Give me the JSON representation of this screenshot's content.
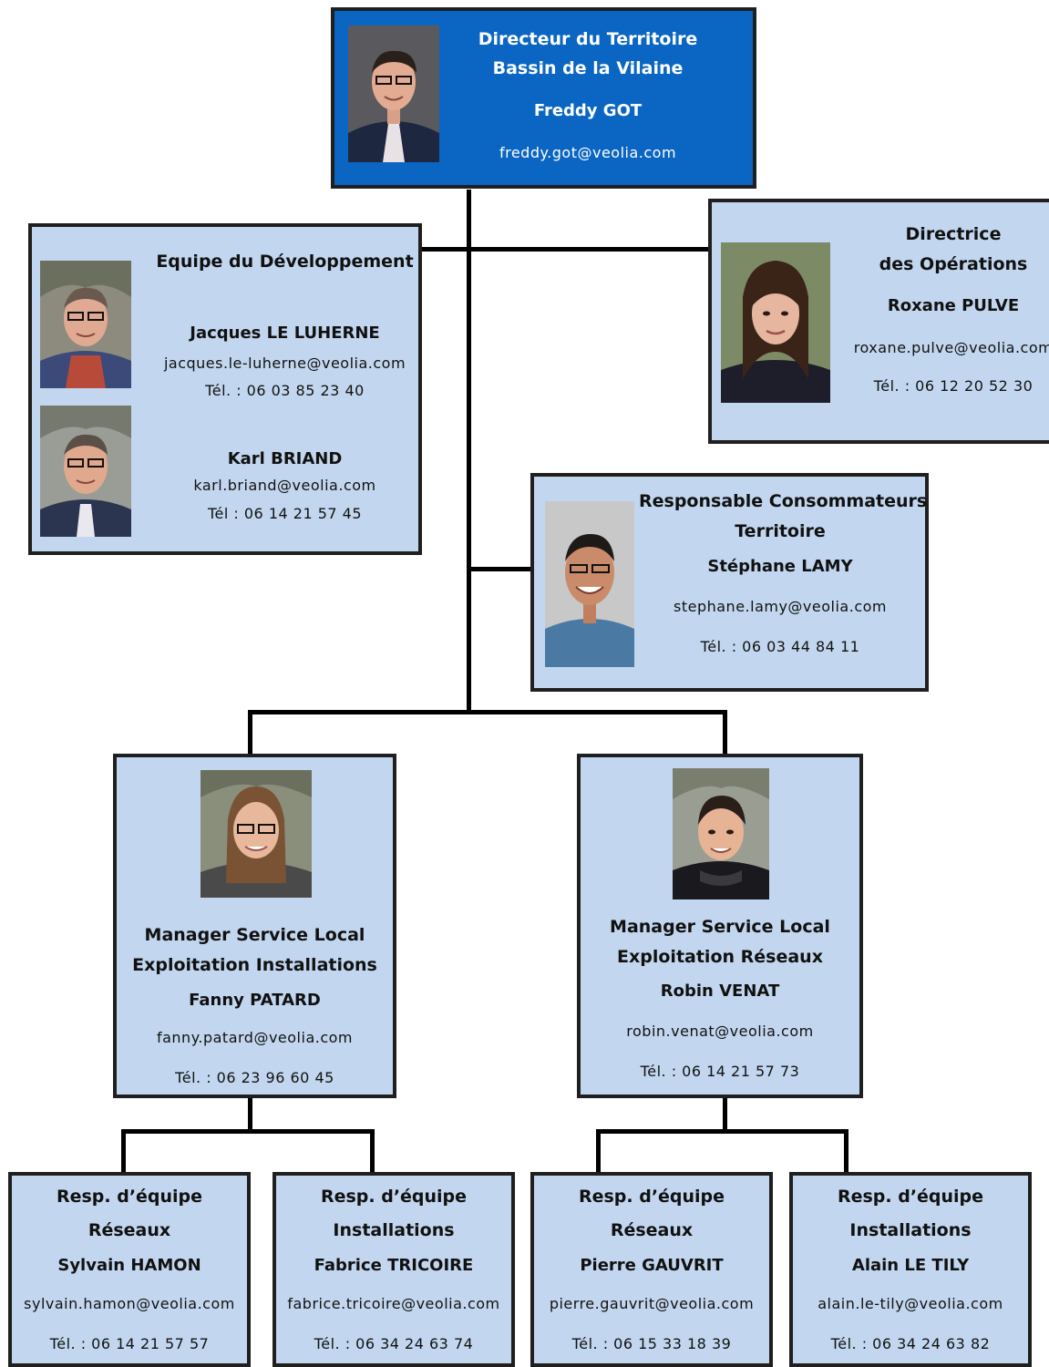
{
  "director": {
    "title1": "Directeur du Territoire",
    "title2": "Bassin de la Vilaine",
    "name": "Freddy GOT",
    "email": "freddy.got@veolia.com"
  },
  "dev_team": {
    "title": "Equipe du Développement",
    "m1_name": "Jacques LE LUHERNE",
    "m1_email": "jacques.le-luherne@veolia.com",
    "m1_tel": "Tél. : 06 03 85 23 40",
    "m2_name": "Karl BRIAND",
    "m2_email": "karl.briand@veolia.com",
    "m2_tel": "Tél : 06 14 21 57 45"
  },
  "operations": {
    "title1": "Directrice",
    "title2": "des Opérations",
    "name": "Roxane PULVE",
    "email": "roxane.pulve@veolia.com",
    "tel": "Tél. : 06 12 20 52 30"
  },
  "consumers": {
    "title1": "Responsable Consommateurs",
    "title2": "Territoire",
    "name": "Stéphane LAMY",
    "email": "stephane.lamy@veolia.com",
    "tel": "Tél. : 06 03 44 84 11"
  },
  "mgr_installations": {
    "title1": "Manager Service Local",
    "title2": "Exploitation  Installations",
    "name": "Fanny PATARD",
    "email": "fanny.patard@veolia.com",
    "tel": "Tél. : 06 23 96 60 45"
  },
  "mgr_reseaux": {
    "title1": "Manager Service Local",
    "title2": "Exploitation  Réseaux",
    "name": "Robin VENAT",
    "email": "robin.venat@veolia.com",
    "tel": "Tél. : 06 14 21 57 73"
  },
  "team_leads": [
    {
      "title1": "Resp. d’équipe",
      "title2": "Réseaux",
      "name": "Sylvain HAMON",
      "email": "sylvain.hamon@veolia.com",
      "tel": "Tél. : 06 14 21 57 57"
    },
    {
      "title1": "Resp. d’équipe",
      "title2": "Installations",
      "name": "Fabrice TRICOIRE",
      "email": "fabrice.tricoire@veolia.com",
      "tel": "Tél. : 06 34 24 63 74"
    },
    {
      "title1": "Resp. d’équipe",
      "title2": "Réseaux",
      "name": "Pierre GAUVRIT",
      "email": "pierre.gauvrit@veolia.com",
      "tel": "Tél. : 06 15 33 18 39"
    },
    {
      "title1": "Resp. d’équipe",
      "title2": "Installations",
      "name": "Alain LE TILY",
      "email": "alain.le-tily@veolia.com",
      "tel": "Tél. : 06 34 24 63 82"
    }
  ],
  "colors": {
    "top_box": "#0a66c2",
    "box": "#c2d7ef",
    "border": "#1f1f1f"
  }
}
